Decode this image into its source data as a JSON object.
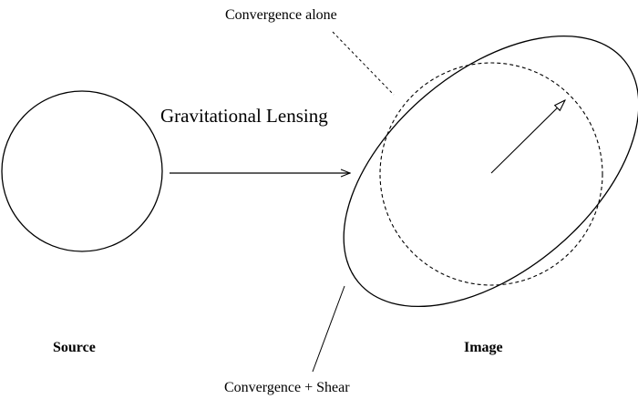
{
  "diagram": {
    "title": "Gravitational Lensing",
    "labels": {
      "convergence_alone": "Convergence alone",
      "convergence_shear": "Convergence + Shear",
      "source": "Source",
      "image": "Image"
    },
    "colors": {
      "stroke": "#000000",
      "background": "#ffffff"
    }
  }
}
